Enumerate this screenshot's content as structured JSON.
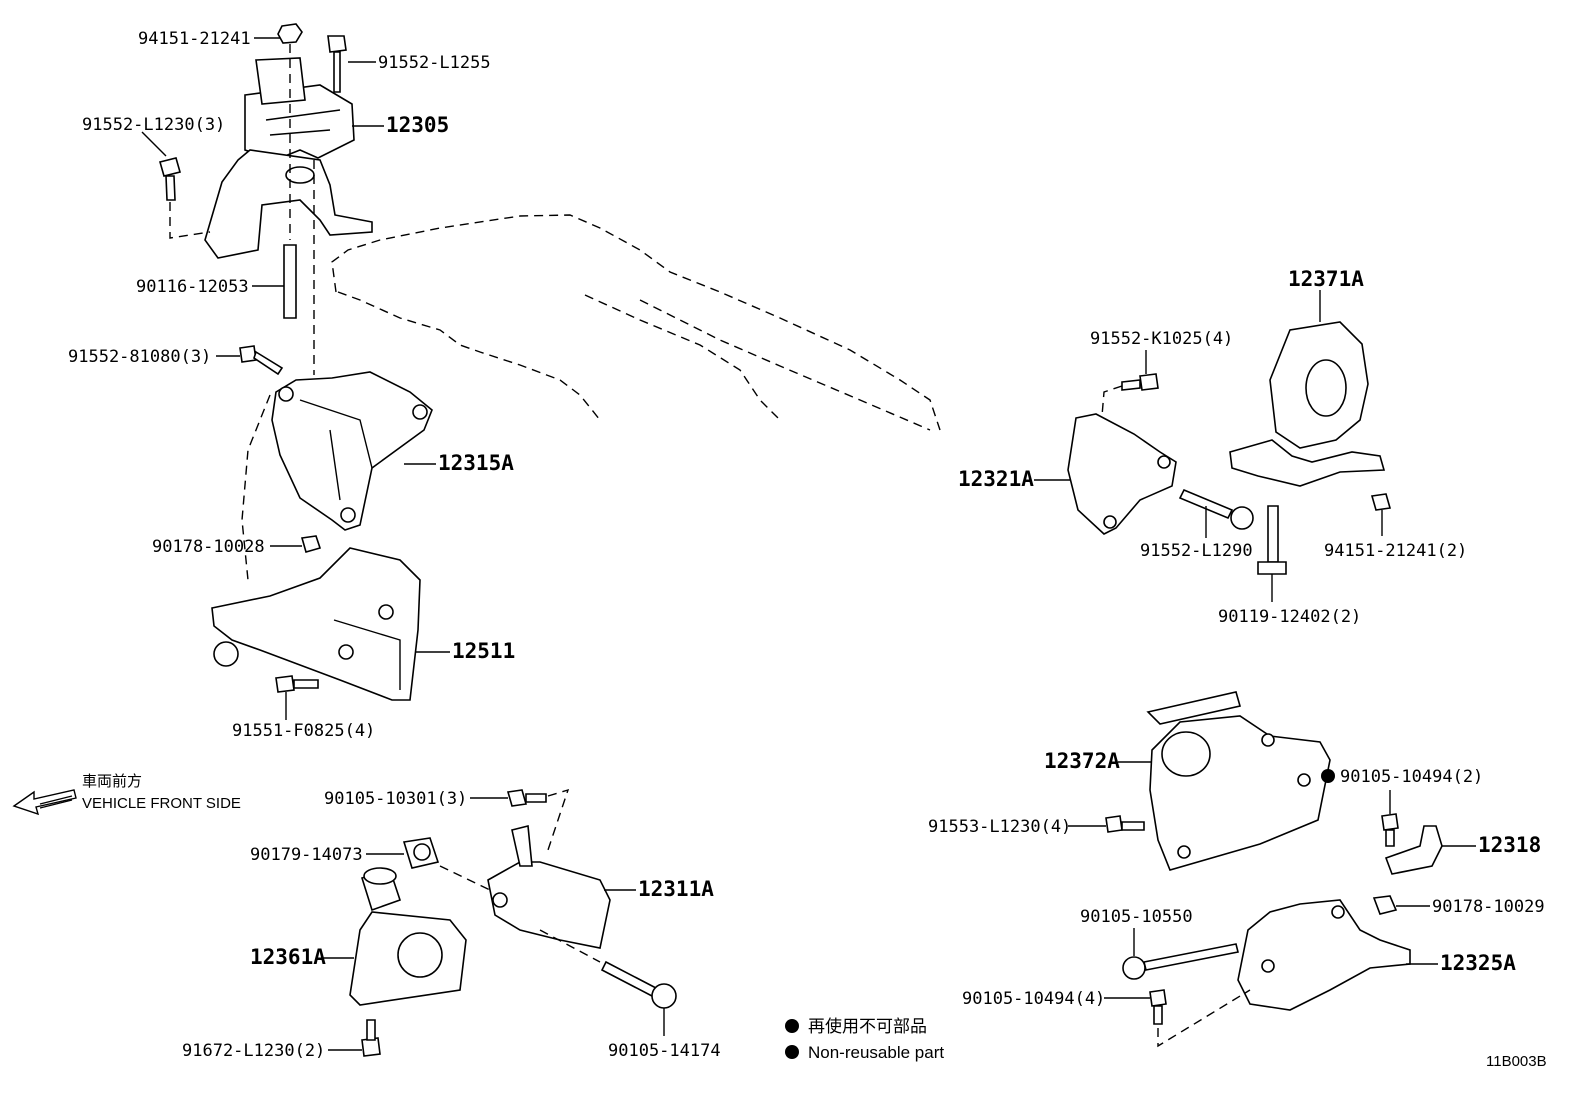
{
  "labels": {
    "p94151_21241_top": "94151-21241",
    "p91552_L1255": "91552-L1255",
    "p91552_L1230_3": "91552-L1230(3)",
    "p12305": "12305",
    "p90116_12053": "90116-12053",
    "p91552_81080_3": "91552-81080(3)",
    "p12315A": "12315A",
    "p90178_10028": "90178-10028",
    "p12511": "12511",
    "p91551_F0825_4": "91551-F0825(4)",
    "p90105_10301_3": "90105-10301(3)",
    "p90179_14073": "90179-14073",
    "p12311A": "12311A",
    "p12361A": "12361A",
    "p91672_L1230_2": "91672-L1230(2)",
    "p90105_14174": "90105-14174",
    "p12371A": "12371A",
    "p91552_K1025_4": "91552-K1025(4)",
    "p12321A": "12321A",
    "p91552_L1290": "91552-L1290",
    "p94151_21241_2": "94151-21241(2)",
    "p90119_12402_2": "90119-12402(2)",
    "p12372A": "12372A",
    "p90105_10494_2": "90105-10494(2)",
    "p91553_L1230_4": "91553-L1230(4)",
    "p12318": "12318",
    "p90178_10029": "90178-10029",
    "p90105_10550": "90105-10550",
    "p12325A": "12325A",
    "p90105_10494_4": "90105-10494(4)"
  },
  "front_indicator": {
    "jp": "車両前方",
    "en": "VEHICLE FRONT SIDE"
  },
  "legend": {
    "jp": "再使用不可部品",
    "en": "Non-reusable part"
  },
  "diagram_code": "11B003B"
}
